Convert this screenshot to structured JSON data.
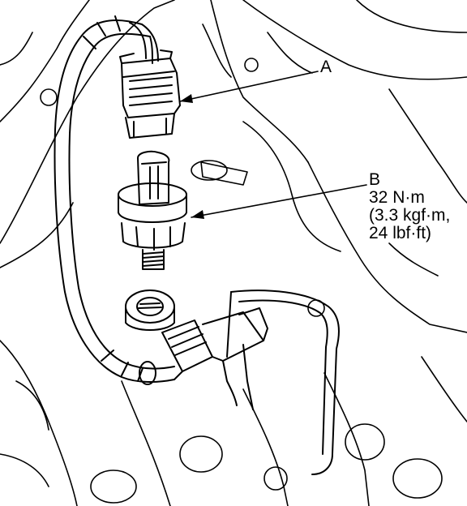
{
  "callouts": {
    "a": {
      "letter": "A"
    },
    "b": {
      "letter": "B",
      "torque_lines": [
        "32 N·m",
        "(3.3 kgf·m,",
        "24 lbf·ft)"
      ]
    }
  },
  "colors": {
    "line": "#000000",
    "background": "#ffffff"
  }
}
